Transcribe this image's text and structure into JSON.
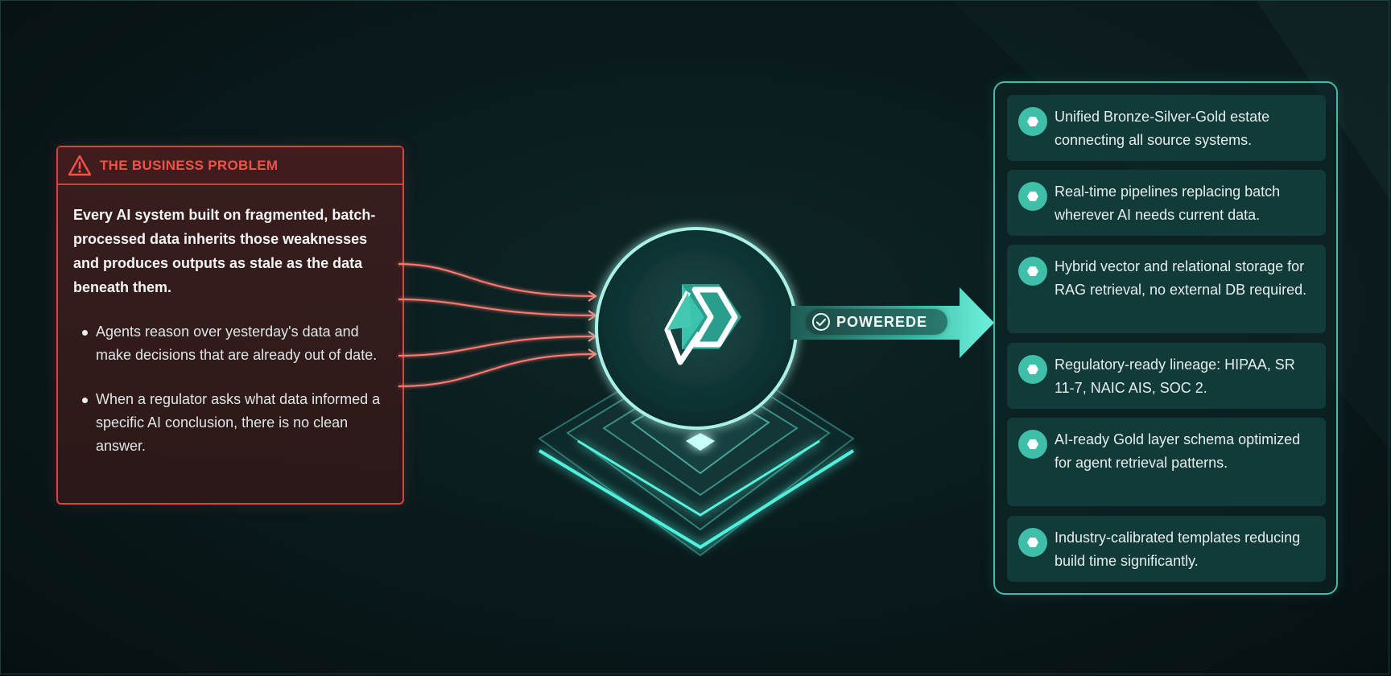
{
  "problem": {
    "title": "THE BUSINESS PROBLEM",
    "lead": "Every AI system built on fragmented, batch-processed data inherits those weaknesses and produces outputs as stale as the data beneath them.",
    "bullets": [
      "Agents reason over yesterday's data and make decisions that are already out of date.",
      "When a regulator asks what data informed a specific AI conclusion, there is no clean answer."
    ]
  },
  "badge": {
    "label": "POWEREDE"
  },
  "features": [
    "Unified Bronze-Silver-Gold estate connecting all source systems.",
    "Real-time pipelines replacing batch wherever AI needs current data.",
    "Hybrid vector and relational storage for RAG retrieval, no external DB required.",
    "Regulatory-ready lineage: HIPAA, SR 11-7, NAIC AIS, SOC 2.",
    "AI-ready Gold layer schema optimized for agent retrieval patterns.",
    "Industry-calibrated templates reducing build time significantly."
  ],
  "colors": {
    "problem_accent": "#f0524a",
    "teal_accent": "#48d8c4",
    "background": "#0a1b1d"
  },
  "icons": {
    "problem": "warning-triangle-icon",
    "feature": "hexagon-icon",
    "badge": "check-circle-icon",
    "hub": "logo-mark-icon"
  }
}
